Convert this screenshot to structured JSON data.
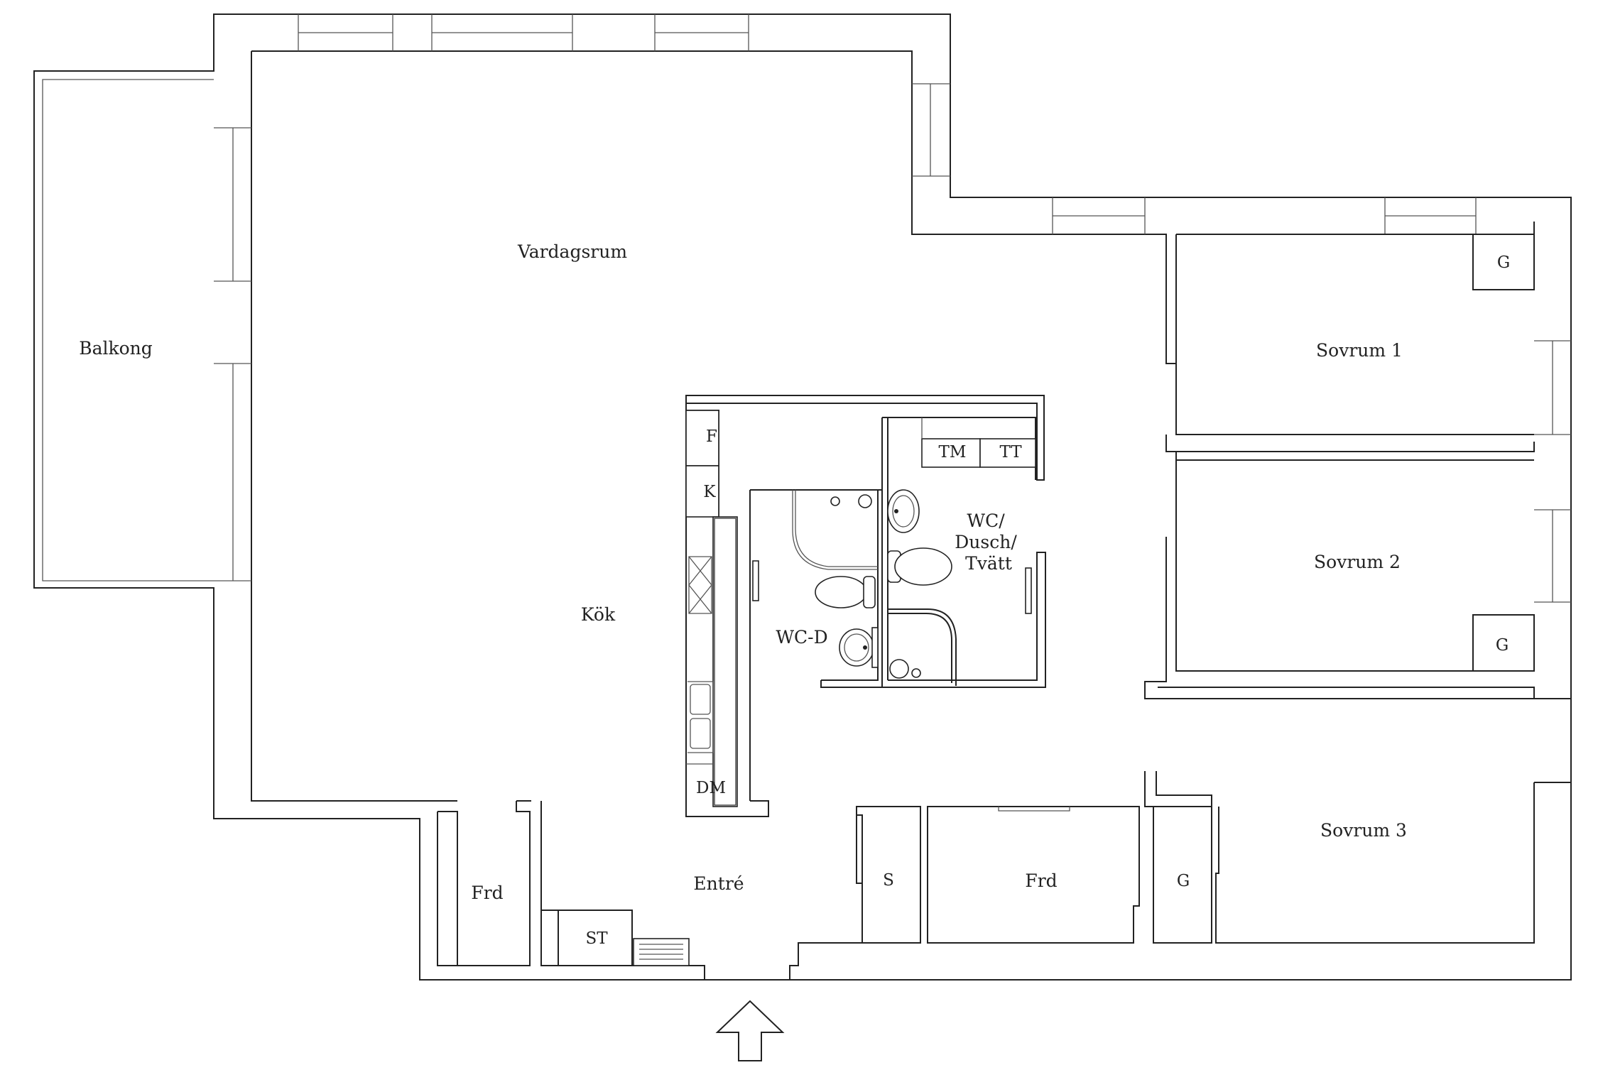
{
  "plan": {
    "rooms": {
      "vardagsrum": "Vardagsrum",
      "balkong": "Balkong",
      "kok": "Kök",
      "wc_d": "WC-D",
      "wc_dusch_1": "WC/",
      "wc_dusch_2": "Dusch/",
      "wc_dusch_3": "Tvätt",
      "sovrum1": "Sovrum 1",
      "sovrum2": "Sovrum 2",
      "sovrum3": "Sovrum 3",
      "entre": "Entré",
      "frd_left": "Frd",
      "frd_right": "Frd",
      "st": "ST",
      "s": "S",
      "f": "F",
      "k": "K",
      "dm": "DM",
      "tm": "TM",
      "tt": "TT",
      "g1": "G",
      "g2": "G",
      "g3": "G"
    },
    "colors": {
      "line": "#222222",
      "background": "#ffffff"
    },
    "entrance_icon": "entrance-arrow-icon"
  }
}
